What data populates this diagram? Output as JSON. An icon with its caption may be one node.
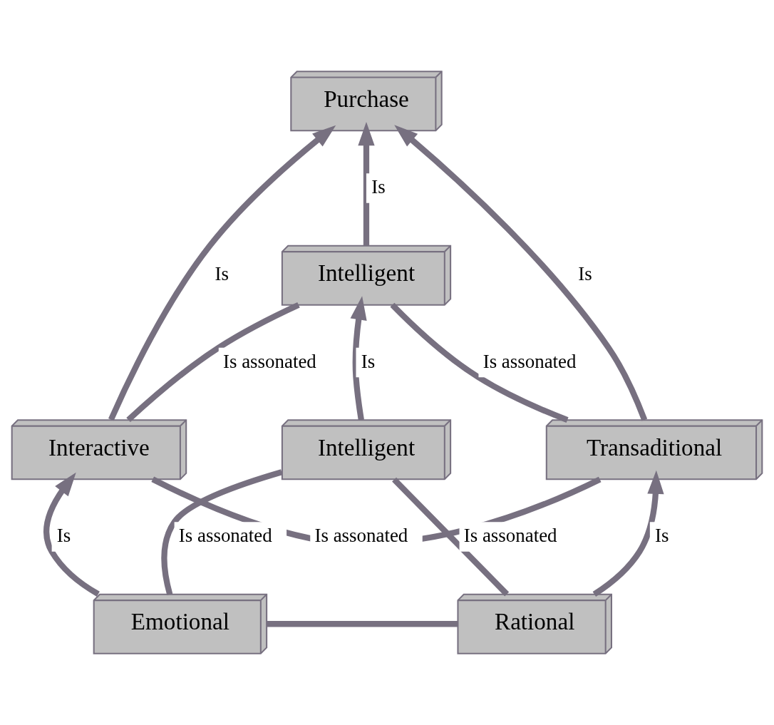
{
  "diagram": {
    "nodes": [
      {
        "text": [
          "Purchase"
        ]
      },
      {
        "text": [
          "Intelligent"
        ]
      },
      {
        "text": [
          "Interactive"
        ]
      },
      {
        "text": [
          "Transaditional"
        ]
      },
      {
        "text": [
          "Intelligent"
        ]
      },
      {
        "text": [
          "Emotional"
        ]
      },
      {
        "text": [
          "Rational"
        ]
      }
    ],
    "edges": [
      {
        "from": 2,
        "to": 0,
        "arrow": "to",
        "label": "Is"
      },
      {
        "from": 1,
        "to": 0,
        "arrow": "to",
        "label": "Is"
      },
      {
        "from": 3,
        "to": 0,
        "arrow": "to",
        "label": "Is"
      },
      {
        "from": 2,
        "to": 1,
        "arrow": "none",
        "label": "Is assonated"
      },
      {
        "from": 3,
        "to": 1,
        "arrow": "none",
        "label": "Is assonated"
      },
      {
        "from": 4,
        "to": 1,
        "arrow": "to",
        "label": "Is"
      },
      {
        "from": 2,
        "to": 3,
        "arrow": "none",
        "label": "Is assonated"
      },
      {
        "from": 5,
        "to": 2,
        "arrow": "to",
        "label": "Is"
      },
      {
        "from": 6,
        "to": 3,
        "arrow": "to",
        "label": "Is"
      },
      {
        "from": 5,
        "to": 4,
        "arrow": "none",
        "label": "Is assonated"
      },
      {
        "from": 4,
        "to": 6,
        "arrow": "none",
        "label": "Is assonated"
      },
      {
        "from": 5,
        "to": 6,
        "arrow": "none"
      }
    ]
  }
}
